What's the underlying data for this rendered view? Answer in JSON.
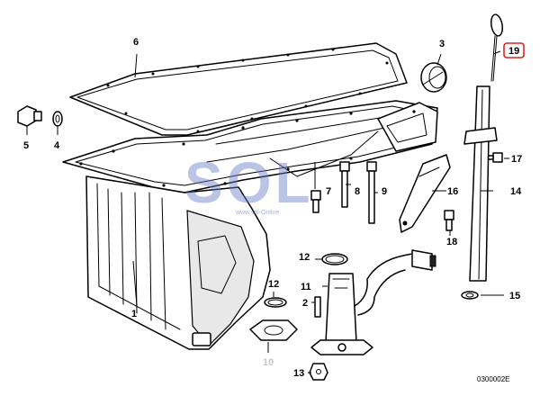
{
  "diagram": {
    "callouts": [
      {
        "id": "c1",
        "label": "1"
      },
      {
        "id": "c2",
        "label": "2"
      },
      {
        "id": "c3",
        "label": "3"
      },
      {
        "id": "c4",
        "label": "4"
      },
      {
        "id": "c5",
        "label": "5"
      },
      {
        "id": "c6",
        "label": "6"
      },
      {
        "id": "c7",
        "label": "7"
      },
      {
        "id": "c8",
        "label": "8"
      },
      {
        "id": "c9",
        "label": "9"
      },
      {
        "id": "c10",
        "label": "10"
      },
      {
        "id": "c11",
        "label": "11"
      },
      {
        "id": "c12a",
        "label": "12"
      },
      {
        "id": "c12b",
        "label": "12"
      },
      {
        "id": "c13",
        "label": "13"
      },
      {
        "id": "c14",
        "label": "14"
      },
      {
        "id": "c15",
        "label": "15"
      },
      {
        "id": "c16",
        "label": "16"
      },
      {
        "id": "c17",
        "label": "17"
      },
      {
        "id": "c18",
        "label": "18"
      },
      {
        "id": "c19",
        "label": "19"
      }
    ],
    "highlighted_callout": "19",
    "highlight_color": "#e0201c",
    "drawing_code": "0300002E",
    "watermark": {
      "text": "SOL",
      "subtext": "www.sol-Online",
      "color": "#6a7dc8"
    }
  }
}
